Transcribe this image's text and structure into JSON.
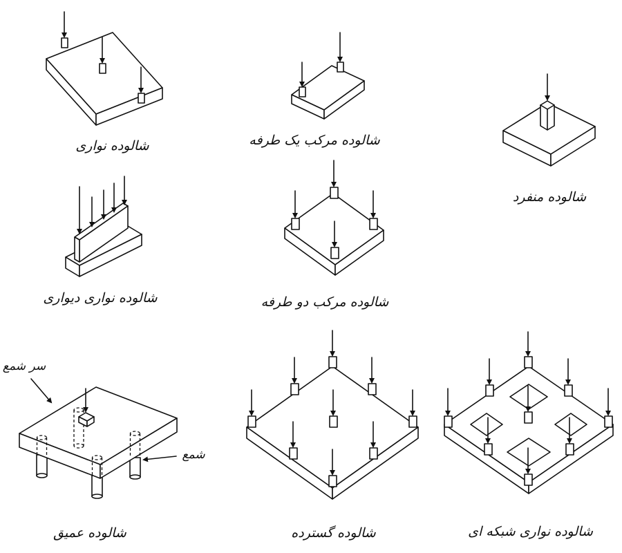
{
  "figures": [
    {
      "id": "strip",
      "label": "شالوده نواری"
    },
    {
      "id": "combined-one-side",
      "label": "شالوده مرکب یک طرفه"
    },
    {
      "id": "isolated",
      "label": "شالوده منفرد"
    },
    {
      "id": "wall-strip",
      "label": "شالوده نواری دیواری"
    },
    {
      "id": "combined-two-side",
      "label": "شالوده مرکب دو طرفه"
    },
    {
      "id": "deep",
      "label": "شالوده عمیق"
    },
    {
      "id": "mat",
      "label": "شالوده گسترده"
    },
    {
      "id": "grid-strip",
      "label": "شالوده نواری شبکه ای"
    }
  ],
  "annotations": {
    "pile_cap": "سر شمع",
    "pile": "شمع"
  }
}
